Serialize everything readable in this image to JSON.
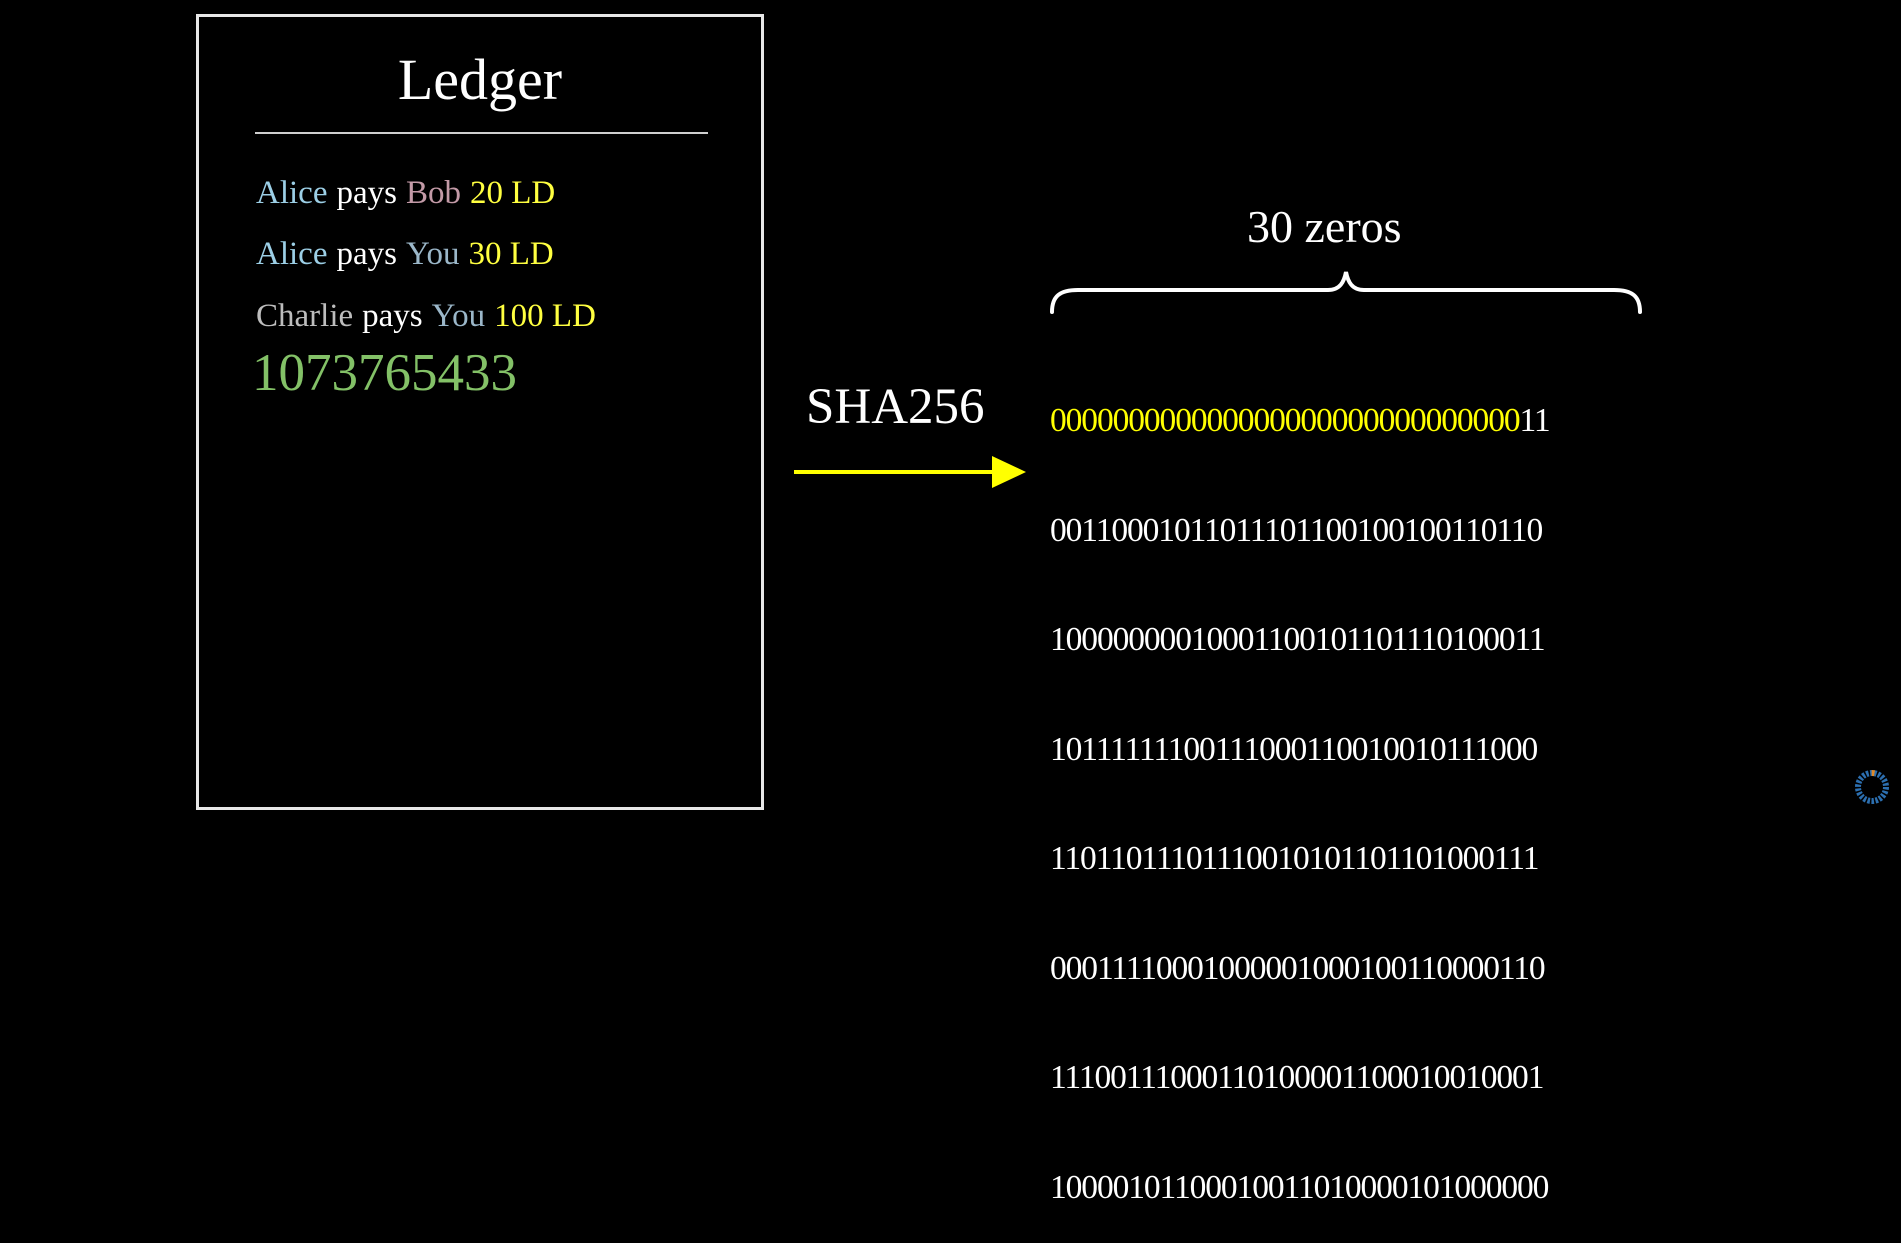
{
  "ledger": {
    "title": "Ledger",
    "transactions": [
      {
        "from": "Alice",
        "verb": "pays",
        "to": "Bob",
        "amount": "20 LD"
      },
      {
        "from": "Alice",
        "verb": "pays",
        "to": "You",
        "amount": "30 LD"
      },
      {
        "from": "Charlie",
        "verb": "pays",
        "to": "You",
        "amount": "100 LD"
      }
    ],
    "nonce": "1073765433"
  },
  "hash_function": {
    "label": "SHA256"
  },
  "zeros": {
    "label": "30 zeros",
    "count": 30
  },
  "hash_output": {
    "rows": [
      {
        "highlight": "000000000000000000000000000000",
        "rest": "11"
      },
      {
        "highlight": "",
        "rest": "00110001011011101100100100110110"
      },
      {
        "highlight": "",
        "rest": "10000000010001100101101110100011"
      },
      {
        "highlight": "",
        "rest": "10111111100111000110010010111000"
      },
      {
        "highlight": "",
        "rest": "11011011101110010101101101000111"
      },
      {
        "highlight": "",
        "rest": "00011110001000001000100110000110"
      },
      {
        "highlight": "",
        "rest": "11100111000110100001100010010001"
      },
      {
        "highlight": "",
        "rest": "10000101100010011010000101000000"
      }
    ]
  },
  "colors": {
    "background": "#000000",
    "alice": "#9ccfe6",
    "bob": "#c39aa7",
    "you": "#9bb7c9",
    "charlie": "#bdbdbd",
    "verb": "#ffffff",
    "amount": "#ffff40",
    "nonce": "#83c167",
    "arrow": "#ffff00",
    "highlight": "#ffff00"
  },
  "icons": {
    "loader": "loading-spinner-icon"
  }
}
